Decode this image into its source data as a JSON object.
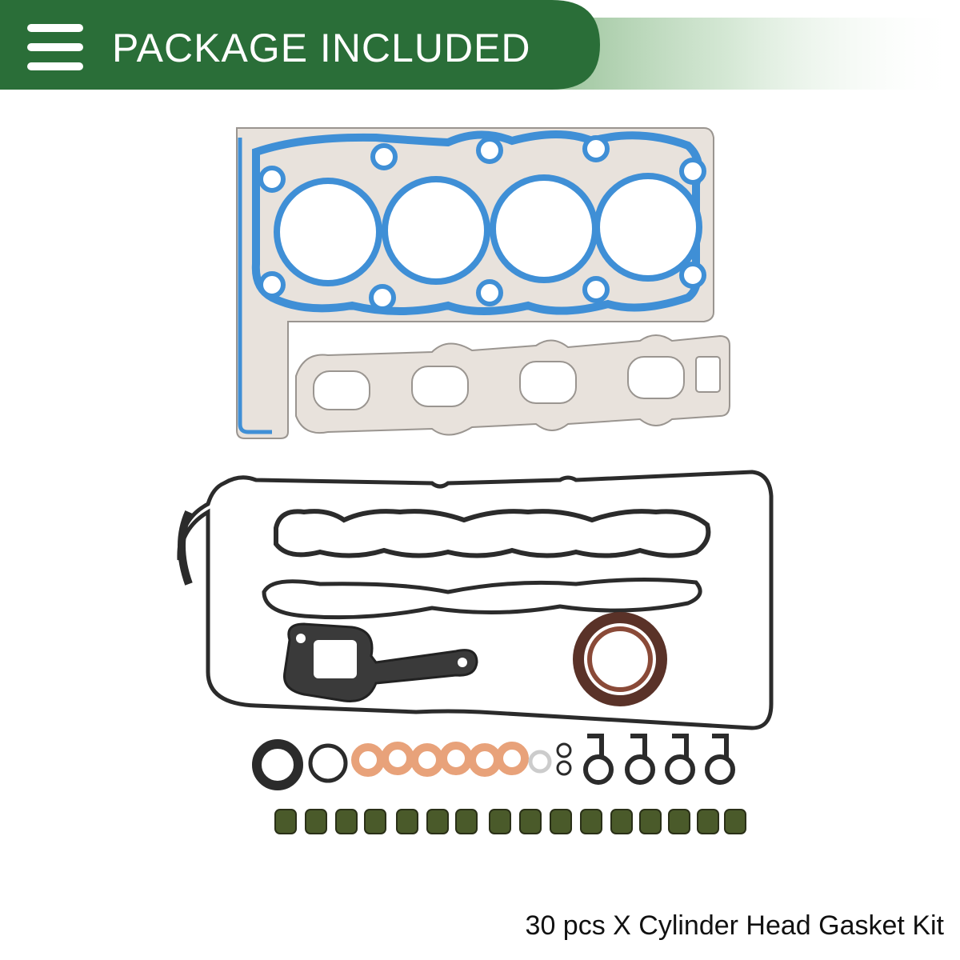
{
  "banner": {
    "title": "PACKAGE INCLUDED",
    "icon": "menu-icon",
    "colors": {
      "primary": "#2a6e38",
      "fade": "#a8d0a8"
    }
  },
  "product": {
    "image": "cylinder-head-gasket-kit",
    "gasket_colors": {
      "head_coating": "#3f8fd6",
      "steel": "#e8e2dc",
      "rubber": "#2b2b2b",
      "copper": "#e8a27a",
      "seal_rubber": "#8a4a38",
      "valve_seal": "#4a5a2a"
    }
  },
  "caption": "30 pcs X Cylinder Head Gasket Kit"
}
